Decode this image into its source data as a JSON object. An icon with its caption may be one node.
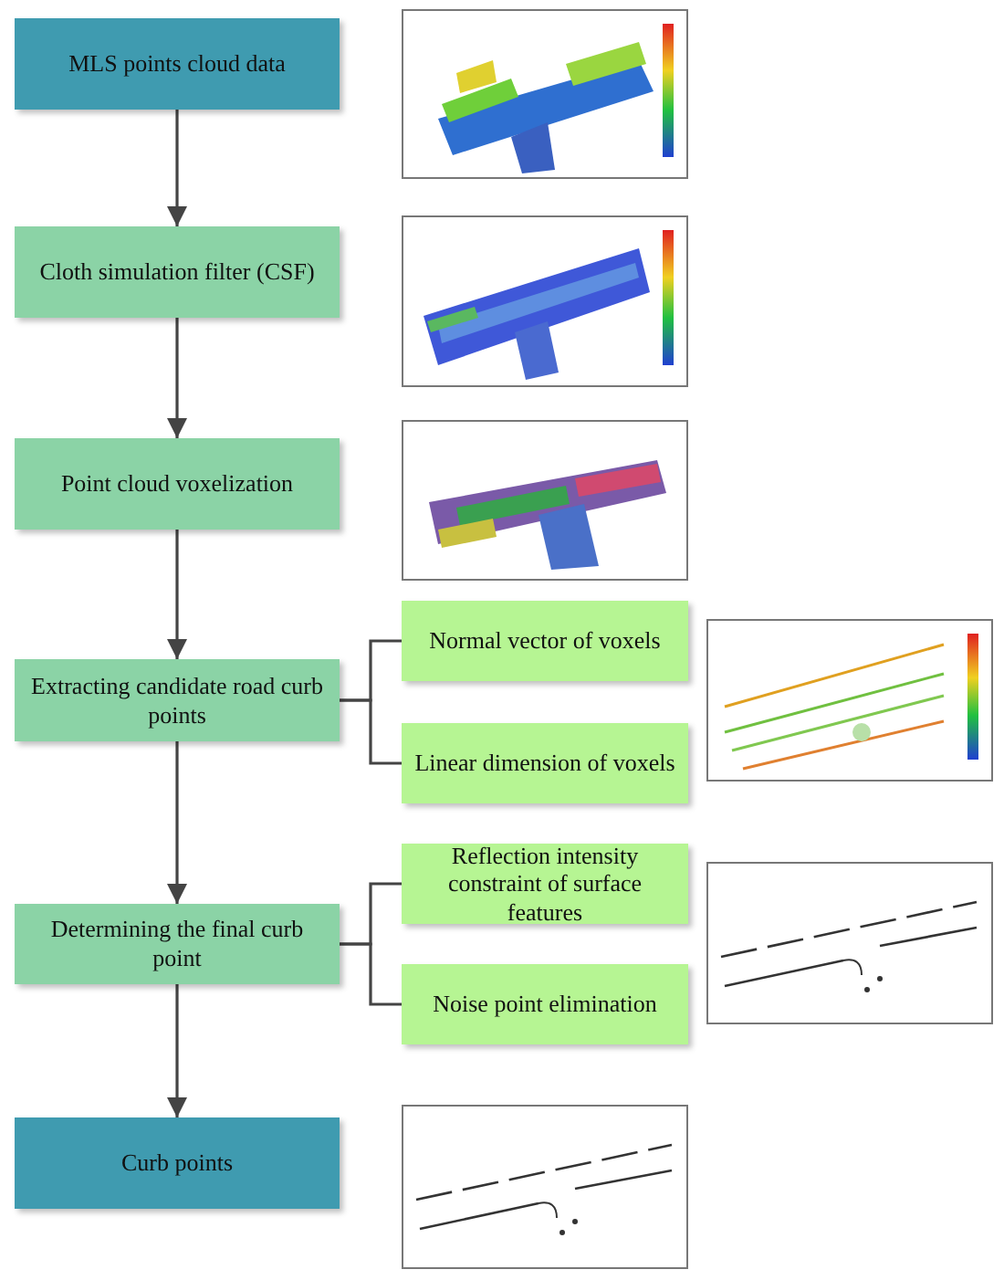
{
  "diagram": {
    "nodes": [
      {
        "text": [
          "MLS points cloud data"
        ]
      },
      {
        "text": [
          "Cloth simulation filter (CSF)"
        ]
      },
      {
        "text": [
          "Point cloud voxelization"
        ]
      },
      {
        "text": [
          "Extracting candidate road curb points"
        ]
      },
      {
        "text": [
          "Normal vector of voxels"
        ]
      },
      {
        "text": [
          "Linear dimension of voxels"
        ]
      },
      {
        "text": [
          "Determining the final curb point"
        ]
      },
      {
        "text": [
          "Reflection intensity constraint of surface features"
        ]
      },
      {
        "text": [
          "Noise point elimination"
        ]
      },
      {
        "text": [
          "Curb points"
        ]
      }
    ],
    "edges": [
      {
        "from": 0,
        "to": 1,
        "arrow": "to"
      },
      {
        "from": 1,
        "to": 2,
        "arrow": "to"
      },
      {
        "from": 2,
        "to": 3,
        "arrow": "to"
      },
      {
        "from": 3,
        "to": 4,
        "arrow": "none"
      },
      {
        "from": 3,
        "to": 5,
        "arrow": "none"
      },
      {
        "from": 3,
        "to": 6,
        "arrow": "to"
      },
      {
        "from": 6,
        "to": 7,
        "arrow": "none"
      },
      {
        "from": 6,
        "to": 8,
        "arrow": "none"
      },
      {
        "from": 6,
        "to": 9,
        "arrow": "to"
      }
    ]
  }
}
